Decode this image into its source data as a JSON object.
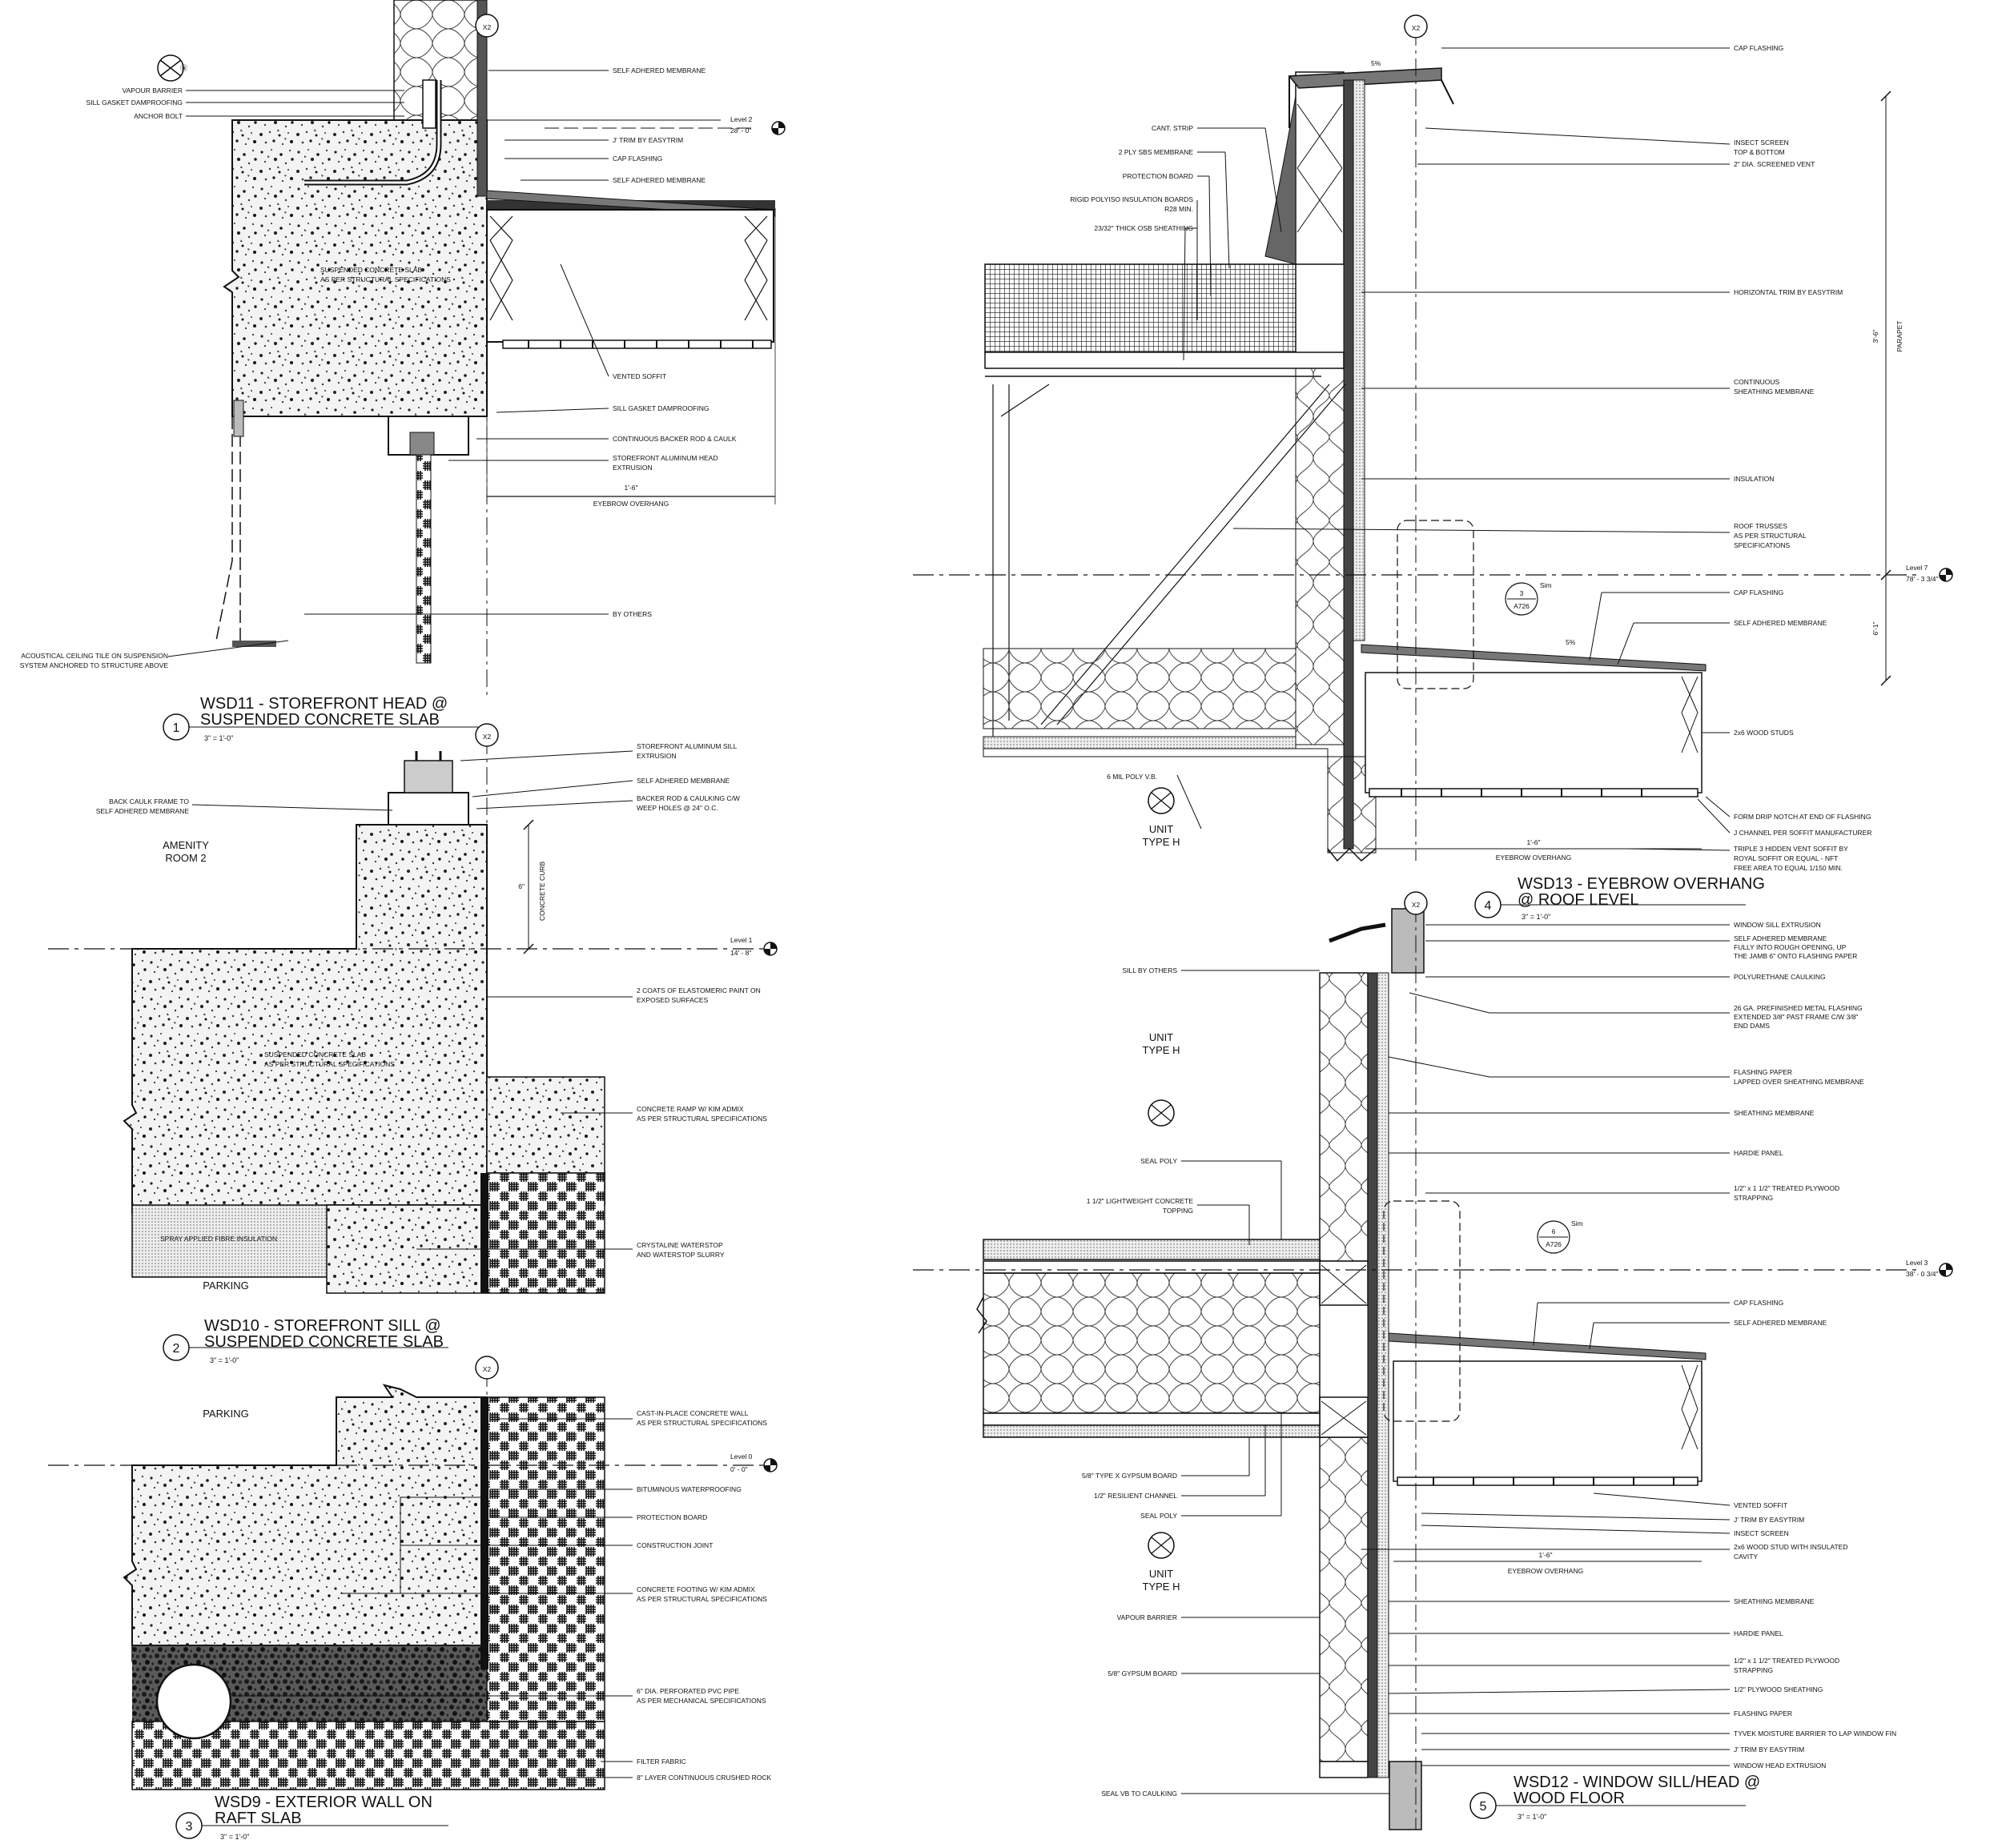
{
  "sheet": {
    "background": "#ffffff",
    "line_color": "#111111"
  },
  "grid_marker": "X2",
  "details": [
    {
      "id": "d1",
      "number": "1",
      "title_line1": "WSD11 - STOREFRONT HEAD @",
      "title_line2": "SUSPENDED CONCRETE SLAB",
      "scale": "3\" = 1'-0\"",
      "level_name": "Level 2",
      "level_elev": "28' - 0\"",
      "dimension": "1'-6\"",
      "dimension_label": "EYEBROW OVERHANG",
      "notes_left": [
        "VAPOUR BARRIER",
        "SILL GASKET DAMPROOFING",
        "ANCHOR BOLT",
        "ACOUSTICAL CEILING TILE ON SUSPENSION",
        "SYSTEM ANCHORED TO STRUCTURE ABOVE"
      ],
      "notes_right": [
        "SELF ADHERED MEMBRANE",
        "J' TRIM BY EASYTRIM",
        "CAP FLASHING",
        "SELF ADHERED MEMBRANE",
        "VENTED SOFFIT",
        "SILL GASKET DAMPROOFING",
        "CONTINUOUS BACKER ROD & CAULK",
        "STOREFRONT ALUMINUM HEAD",
        "EXTRUSION",
        "BY OTHERS"
      ],
      "slab_note_1": "SUSPENDED CONCRETE SLAB",
      "slab_note_2": "AS PER STRUCTURAL SPECIFICATIONS"
    },
    {
      "id": "d2",
      "number": "2",
      "title_line1": "WSD10 - STOREFRONT SILL @",
      "title_line2": "SUSPENDED CONCRETE SLAB",
      "scale": "3\" = 1'-0\"",
      "level_name": "Level 1",
      "level_elev": "14' - 8\"",
      "room_upper_1": "AMENITY",
      "room_upper_2": "ROOM 2",
      "room_lower": "PARKING",
      "curb_dim": "6\"",
      "curb_label": "CONCRETE CURB",
      "notes_left": [
        "BACK CAULK FRAME TO",
        "SELF ADHERED MEMBRANE"
      ],
      "notes_right": [
        "STOREFRONT ALUMINUM SILL",
        "EXTRUSION",
        "SELF ADHERED MEMBRANE",
        "BACKER ROD & CAULKING C/W",
        "WEEP HOLES @ 24\" O.C.",
        "2 COATS OF ELASTOMERIC PAINT ON",
        "EXPOSED SURFACES",
        "CONCRETE RAMP W/ KIM ADMIX",
        "AS PER STRUCTURAL SPECIFICATIONS",
        "CRYSTALINE WATERSTOP",
        "AND WATERSTOP SLURRY"
      ],
      "slab_note_1": "SUSPENDED CONCRETE SLAB",
      "slab_note_2": "AS PER STRUCTURAL SPECIFICATIONS",
      "insulation_note": "SPRAY APPLIED FIBRE INSULATION"
    },
    {
      "id": "d3",
      "number": "3",
      "title_line1": "WSD9 - EXTERIOR WALL ON",
      "title_line2": "RAFT SLAB",
      "scale": "3\" = 1'-0\"",
      "level_name": "Level 0",
      "level_elev": "0' - 0\"",
      "room": "PARKING",
      "notes_right": [
        "CAST-IN-PLACE CONCRETE WALL",
        "AS PER STRUCTURAL SPECIFICATIONS",
        "BITUMINOUS WATERPROOFING",
        "PROTECTION BOARD",
        "CONSTRUCTION JOINT",
        "CONCRETE FOOTING W/ KIM ADMIX",
        "AS PER STRUCTURAL SPECIFICATIONS",
        "6\" DIA. PERFORATED PVC PIPE",
        "AS PER MECHANICAL SPECIFICATIONS",
        "FILTER FABRIC",
        "8\" LAYER CONTINUOUS CRUSHED ROCK"
      ]
    },
    {
      "id": "d4",
      "number": "4",
      "title_line1": "WSD13 - EYEBROW OVERHANG",
      "title_line2": "@ ROOF LEVEL",
      "scale": "3\" = 1'-0\"",
      "level_name": "Level 7",
      "level_elev": "78' - 3 3/4\"",
      "room_1": "UNIT",
      "room_2": "TYPE H",
      "slope_1": "5%",
      "slope_2": "5%",
      "dim_parapet": "3'-6\"",
      "dim_parapet_label": "PARAPET",
      "dim_lower": "6'-1\"",
      "dim_overhang": "1'-6\"",
      "dim_overhang_label": "EYEBROW OVERHANG",
      "callout_num": "3",
      "callout_sheet": "A726",
      "callout_tag": "Sim",
      "notes_left": [
        "CANT. STRIP",
        "2 PLY SBS MEMBRANE",
        "PROTECTION BOARD",
        "RIGID POLYISO INSULATION BOARDS",
        "R28 MIN.",
        "23/32\" THICK OSB SHEATHING",
        "6 MIL POLY V.B."
      ],
      "notes_right": [
        "CAP FLASHING",
        "INSECT SCREEN",
        "TOP & BOTTOM",
        "2\" DIA. SCREENED VENT",
        "HORIZONTAL TRIM BY EASYTRIM",
        "CONTINUOUS",
        "SHEATHING MEMBRANE",
        "INSULATION",
        "ROOF TRUSSES",
        "AS PER STRUCTURAL",
        "SPECIFICATIONS",
        "CAP FLASHING",
        "SELF ADHERED MEMBRANE",
        "2x6 WOOD STUDS",
        "FORM DRIP NOTCH AT END OF FLASHING",
        "J CHANNEL PER SOFFIT MANUFACTURER",
        "TRIPLE 3 HIDDEN VENT SOFFIT BY",
        "ROYAL SOFFIT OR EQUAL - NFT",
        "FREE AREA TO EQUAL 1/150 MIN."
      ]
    },
    {
      "id": "d5",
      "number": "5",
      "title_line1": "WSD12 - WINDOW SILL/HEAD @",
      "title_line2": "WOOD FLOOR",
      "scale": "3\" = 1'-0\"",
      "level_name": "Level 3",
      "level_elev": "38' - 0 3/4\"",
      "room_upper_1": "UNIT",
      "room_upper_2": "TYPE H",
      "room_lower_1": "UNIT",
      "room_lower_2": "TYPE H",
      "dim_overhang": "1'-6\"",
      "dim_overhang_label": "EYEBROW OVERHANG",
      "callout_num": "6",
      "callout_sheet": "A726",
      "callout_tag": "Sim",
      "notes_left": [
        "SILL BY OTHERS",
        "SEAL POLY",
        "1 1/2\" LIGHTWEIGHT CONCRETE",
        "TOPPING",
        "5/8\" TYPE X GYPSUM BOARD",
        "1/2\" RESILIENT CHANNEL",
        "SEAL POLY",
        "VAPOUR BARRIER",
        "5/8\" GYPSUM BOARD",
        "SEAL VB TO CAULKING"
      ],
      "notes_right": [
        "WINDOW SILL EXTRUSION",
        "SELF ADHERED MEMBRANE",
        "FULLY INTO ROUGH OPENING, UP",
        "THE JAMB 6\" ONTO FLASHING PAPER",
        "POLYURETHANE CAULKING",
        "26 GA. PREFINISHED METAL FLASHING",
        "EXTENDED 3/8\" PAST FRAME C/W 3/8\"",
        "END DAMS",
        "FLASHING PAPER",
        "LAPPED OVER SHEATHING MEMBRANE",
        "SHEATHING MEMBRANE",
        "HARDIE PANEL",
        "1/2\" x 1 1/2\" TREATED PLYWOOD",
        "STRAPPING",
        "CAP FLASHING",
        "SELF ADHERED MEMBRANE",
        "VENTED SOFFIT",
        "J' TRIM BY EASYTRIM",
        "INSECT SCREEN",
        "2x6 WOOD STUD WITH INSULATED",
        "CAVITY",
        "SHEATHING MEMBRANE",
        "HARDIE PANEL",
        "1/2\" x 1 1/2\" TREATED PLYWOOD",
        "STRAPPING",
        "1/2\" PLYWOOD SHEATHING",
        "FLASHING PAPER",
        "TYVEK MOISTURE BARRIER TO LAP WINDOW FIN",
        "J' TRIM BY EASYTRIM",
        "WINDOW HEAD EXTRUSION"
      ]
    }
  ]
}
